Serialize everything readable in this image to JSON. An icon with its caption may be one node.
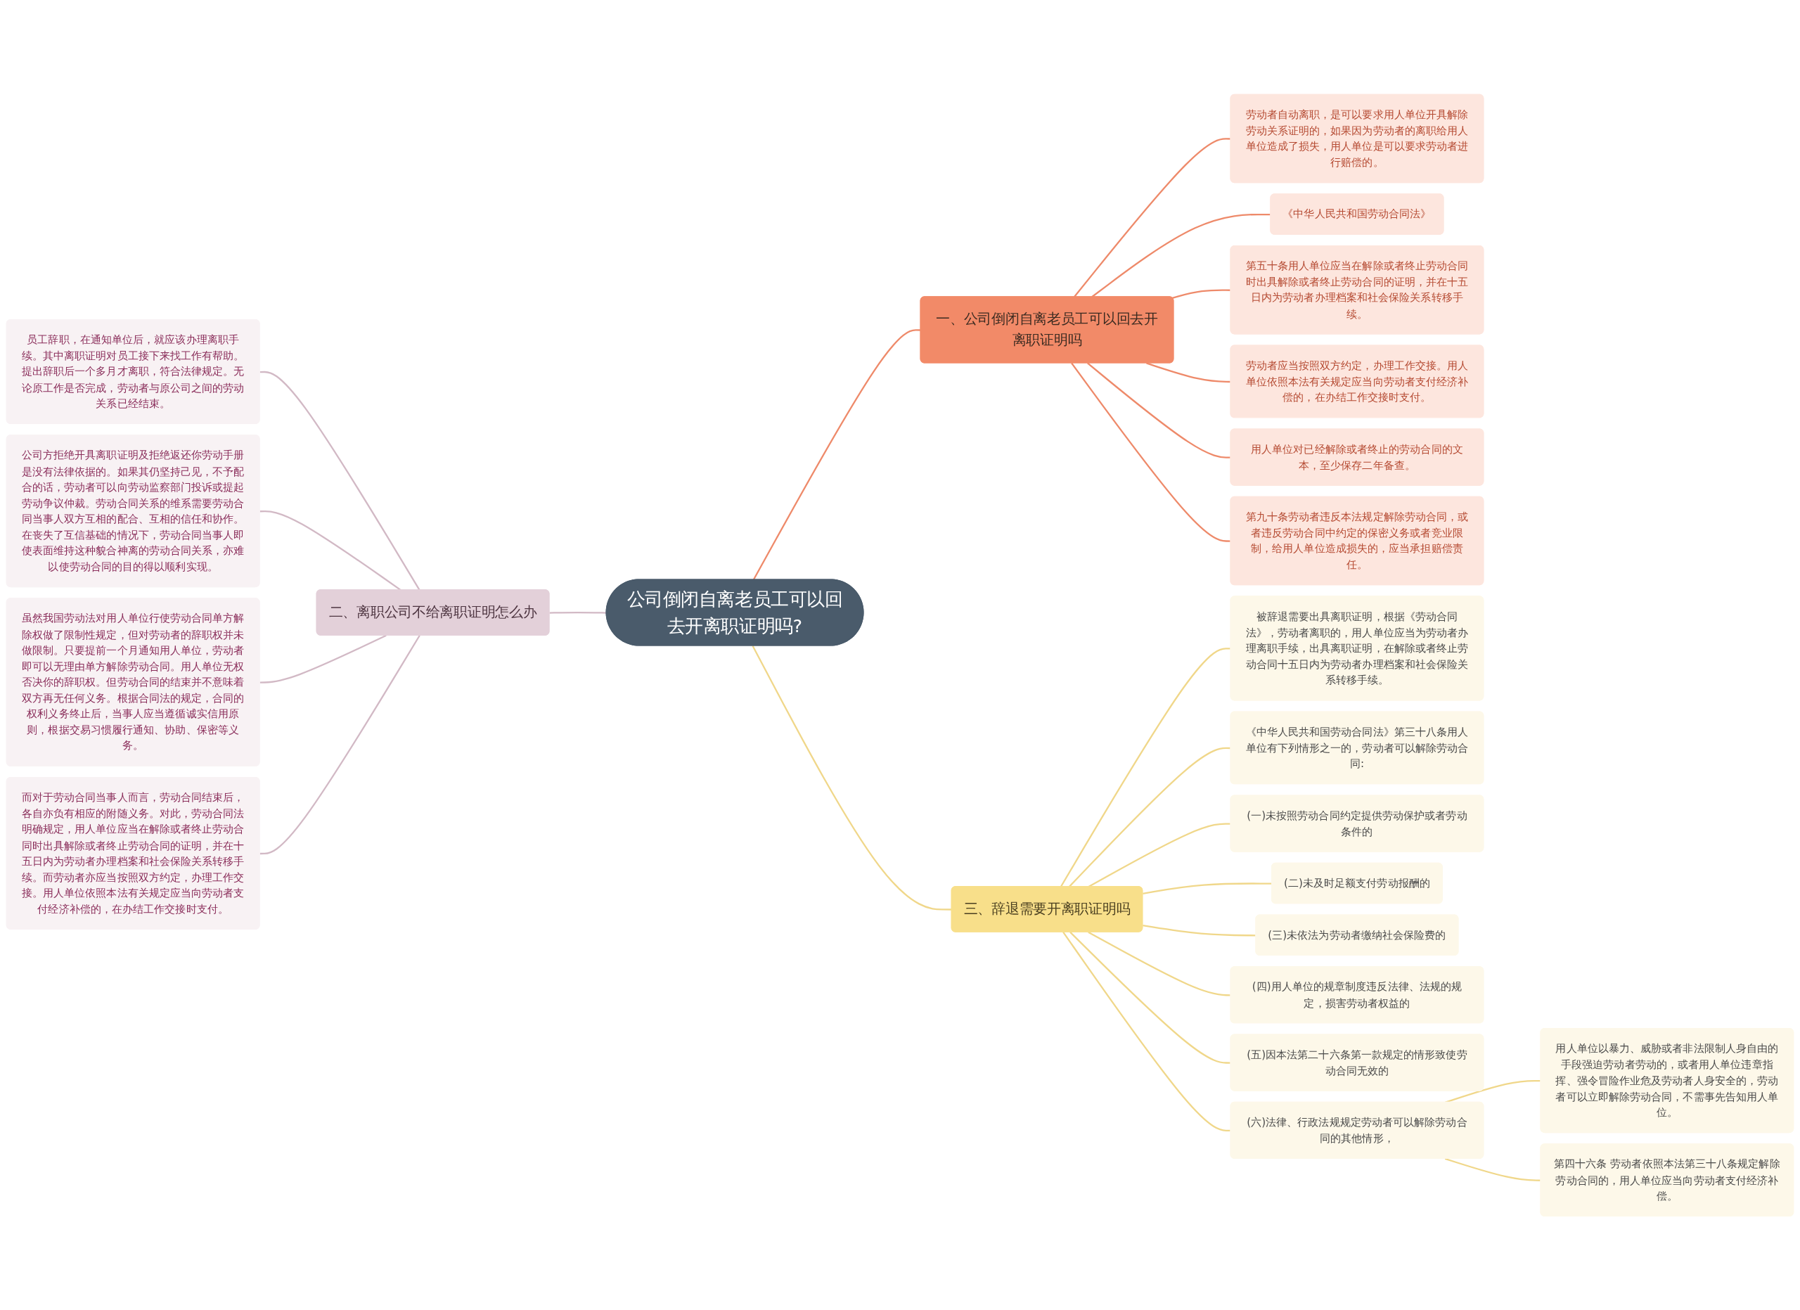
{
  "diagram": {
    "nodes": [
      {
        "text": [
          "公司倒闭自离老员工可以回去开离职证明吗?"
        ]
      },
      {
        "text": [
          "一、公司倒闭自离老员工可以回去开离职证明吗"
        ]
      },
      {
        "text": [
          "劳动者自动离职，是可以要求用人单位开具解除劳动关系证明的，如果因为劳动者的离职给用人单位造成了损失，用人单位是可以要求劳动者进行赔偿的。"
        ]
      },
      {
        "text": [
          "《中华人民共和国劳动合同法》"
        ]
      },
      {
        "text": [
          "第五十条用人单位应当在解除或者终止劳动合同时出具解除或者终止劳动合同的证明，并在十五日内为劳动者办理档案和社会保险关系转移手续。"
        ]
      },
      {
        "text": [
          "劳动者应当按照双方约定，办理工作交接。用人单位依照本法有关规定应当向劳动者支付经济补偿的，在办结工作交接时支付。"
        ]
      },
      {
        "text": [
          "用人单位对已经解除或者终止的劳动合同的文本，至少保存二年备查。"
        ]
      },
      {
        "text": [
          "第九十条劳动者违反本法规定解除劳动合同，或者违反劳动合同中约定的保密义务或者竞业限制，给用人单位造成损失的，应当承担赔偿责任。"
        ]
      },
      {
        "text": [
          "二、离职公司不给离职证明怎么办"
        ]
      },
      {
        "text": [
          "员工辞职，在通知单位后，就应该办理离职手续。其中离职证明对员工接下来找工作有帮助。提出辞职后一个多月才离职，符合法律规定。无论原工作是否完成，劳动者与原公司之间的劳动关系已经结束。"
        ]
      },
      {
        "text": [
          "公司方拒绝开具离职证明及拒绝返还你劳动手册是没有法律依据的。如果其仍坚持己见，不予配合的话，劳动者可以向劳动监察部门投诉或提起劳动争议仲裁。劳动合同关系的维系需要劳动合同当事人双方互相的配合、互相的信任和协作。在丧失了互信基础的情况下，劳动合同当事人即使表面维持这种貌合神离的劳动合同关系，亦难以使劳动合同的目的得以顺利实现。"
        ]
      },
      {
        "text": [
          "虽然我国劳动法对用人单位行使劳动合同单方解除权做了限制性规定，但对劳动者的辞职权并未做限制。只要提前一个月通知用人单位，劳动者即可以无理由单方解除劳动合同。用人单位无权否决你的辞职权。但劳动合同的结束并不意味着双方再无任何义务。根据合同法的规定，合同的权利义务终止后，当事人应当遵循诚实信用原则，根据交易习惯履行通知、协助、保密等义务。"
        ]
      },
      {
        "text": [
          "而对于劳动合同当事人而言，劳动合同结束后，各自亦负有相应的附随义务。对此，劳动合同法明确规定，用人单位应当在解除或者终止劳动合同时出具解除或者终止劳动合同的证明，并在十五日内为劳动者办理档案和社会保险关系转移手续。而劳动者亦应当按照双方约定，办理工作交接。用人单位依照本法有关规定应当向劳动者支付经济补偿的，在办结工作交接时支付。"
        ]
      },
      {
        "text": [
          "三、辞退需要开离职证明吗"
        ]
      },
      {
        "text": [
          "被辞退需要出具离职证明，根据《劳动合同法》，劳动者离职的，用人单位应当为劳动者办理离职手续，出具离职证明，在解除或者终止劳动合同十五日内为劳动者办理档案和社会保险关系转移手续。"
        ]
      },
      {
        "text": [
          "《中华人民共和国劳动合同法》第三十八条用人单位有下列情形之一的，劳动者可以解除劳动合同:"
        ]
      },
      {
        "text": [
          "(一)未按照劳动合同约定提供劳动保护或者劳动条件的"
        ]
      },
      {
        "text": [
          "(二)未及时足额支付劳动报酬的"
        ]
      },
      {
        "text": [
          "(三)未依法为劳动者缴纳社会保险费的"
        ]
      },
      {
        "text": [
          "(四)用人单位的规章制度违反法律、法规的规定，损害劳动者权益的"
        ]
      },
      {
        "text": [
          "(五)因本法第二十六条第一款规定的情形致使劳动合同无效的"
        ]
      },
      {
        "text": [
          "(六)法律、行政法规规定劳动者可以解除劳动合同的其他情形，"
        ]
      },
      {
        "text": [
          "用人单位以暴力、威胁或者非法限制人身自由的手段强迫劳动者劳动的，或者用人单位违章指挥、强令冒险作业危及劳动者人身安全的，劳动者可以立即解除劳动合同，不需事先告知用人单位。"
        ]
      },
      {
        "text": [
          "第四十六条 劳动者依照本法第三十八条规定解除劳动合同的，用人单位应当向劳动者支付经济补偿。"
        ]
      }
    ],
    "edges": [
      {
        "from": 0,
        "to": 1,
        "arrow": "none",
        "color": "#ee8a6a"
      },
      {
        "from": 1,
        "to": 2,
        "arrow": "none",
        "color": "#ee8a6a"
      },
      {
        "from": 1,
        "to": 3,
        "arrow": "none",
        "color": "#ee8a6a"
      },
      {
        "from": 1,
        "to": 4,
        "arrow": "none",
        "color": "#ee8a6a"
      },
      {
        "from": 1,
        "to": 5,
        "arrow": "none",
        "color": "#ee8a6a"
      },
      {
        "from": 1,
        "to": 6,
        "arrow": "none",
        "color": "#ee8a6a"
      },
      {
        "from": 1,
        "to": 7,
        "arrow": "none",
        "color": "#ee8a6a"
      },
      {
        "from": 0,
        "to": 8,
        "arrow": "none",
        "color": "#d2b9c5"
      },
      {
        "from": 8,
        "to": 9,
        "arrow": "none",
        "color": "#d2b9c5"
      },
      {
        "from": 8,
        "to": 10,
        "arrow": "none",
        "color": "#d2b9c5"
      },
      {
        "from": 8,
        "to": 11,
        "arrow": "none",
        "color": "#d2b9c5"
      },
      {
        "from": 8,
        "to": 12,
        "arrow": "none",
        "color": "#d2b9c5"
      },
      {
        "from": 0,
        "to": 13,
        "arrow": "none"
      },
      {
        "from": 13,
        "to": 14,
        "arrow": "none"
      },
      {
        "from": 13,
        "to": 15,
        "arrow": "none"
      },
      {
        "from": 13,
        "to": 16,
        "arrow": "none"
      },
      {
        "from": 13,
        "to": 17,
        "arrow": "none"
      },
      {
        "from": 13,
        "to": 18,
        "arrow": "none"
      },
      {
        "from": 13,
        "to": 19,
        "arrow": "none"
      },
      {
        "from": 13,
        "to": 20,
        "arrow": "none"
      },
      {
        "from": 13,
        "to": 21,
        "arrow": "none"
      },
      {
        "from": 21,
        "to": 22,
        "arrow": "none"
      },
      {
        "from": 21,
        "to": 23,
        "arrow": "none"
      }
    ]
  }
}
